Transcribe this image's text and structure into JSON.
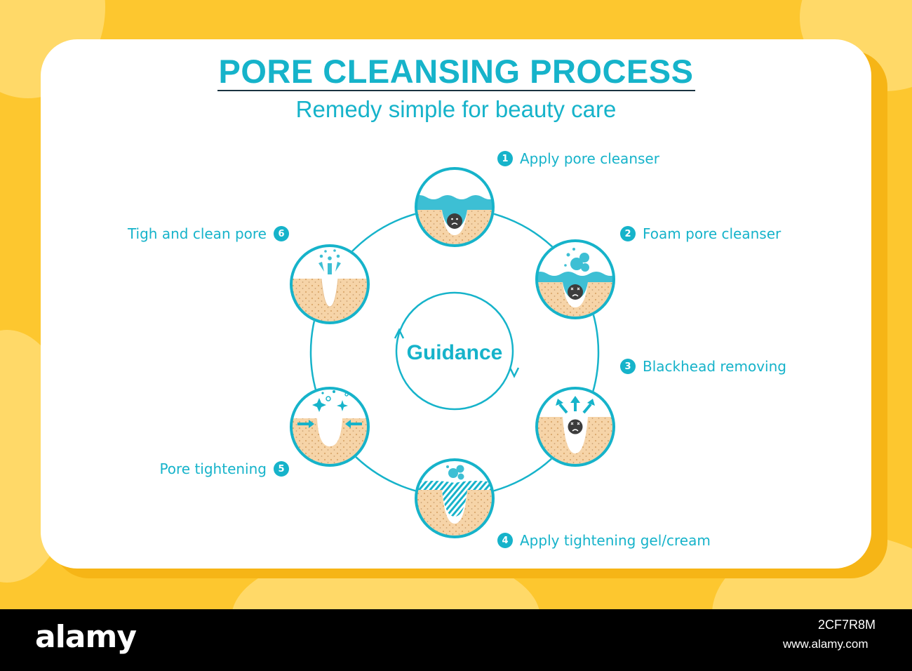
{
  "header": {
    "title": "PORE CLEANSING PROCESS",
    "subtitle": "Remedy simple for beauty care"
  },
  "center": {
    "label": "Guidance"
  },
  "steps": [
    {
      "num": "1",
      "label": "Apply pore cleanser",
      "icon": "cleanser-on-pore-icon"
    },
    {
      "num": "2",
      "label": "Foam pore cleanser",
      "icon": "foam-cleanser-icon"
    },
    {
      "num": "3",
      "label": "Blackhead removing",
      "icon": "blackhead-removal-icon"
    },
    {
      "num": "4",
      "label": "Apply tightening gel/cream",
      "icon": "tightening-gel-icon"
    },
    {
      "num": "5",
      "label": "Pore tightening",
      "icon": "pore-tightening-icon"
    },
    {
      "num": "6",
      "label": "Tigh and clean pore",
      "icon": "clean-pore-icon"
    }
  ],
  "colors": {
    "accent": "#16b3ca",
    "skin": "#f6d4a8",
    "background": "#fdc72f",
    "water": "#3dbfd4",
    "blackhead": "#3c3c3c"
  },
  "footer": {
    "logo": "alamy",
    "image_id": "2CF7R8M",
    "url": "www.alamy.com"
  }
}
